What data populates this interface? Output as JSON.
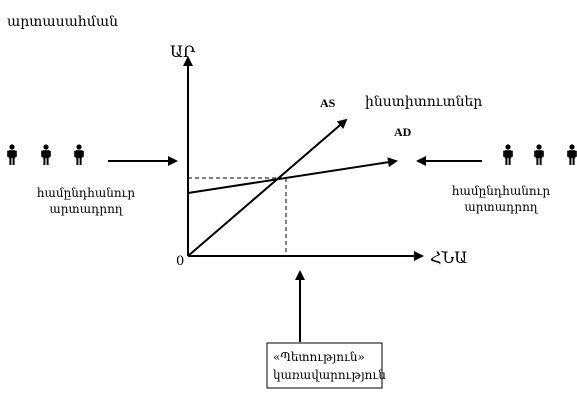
{
  "top_label": "արտասահման",
  "axes": {
    "y_label": "ԱՐ",
    "x_label": "ՀՆԱ",
    "origin_label": "0"
  },
  "curves": {
    "as_label": "AS",
    "ad_label": "AD"
  },
  "institutions_label": "ինստիտուտներ",
  "left_producer": {
    "line1": "համընդհանուր",
    "line2": "արտադրող"
  },
  "right_producer": {
    "line1": "համընդհանուր",
    "line2": "արտադրող"
  },
  "state_box": {
    "line1": "«Պետություն»",
    "line2": "կառավարություն"
  },
  "icons": {
    "person": "person-icon",
    "arrow": "arrow-icon"
  },
  "colors": {
    "ink": "#000000",
    "background": "#ffffff"
  }
}
